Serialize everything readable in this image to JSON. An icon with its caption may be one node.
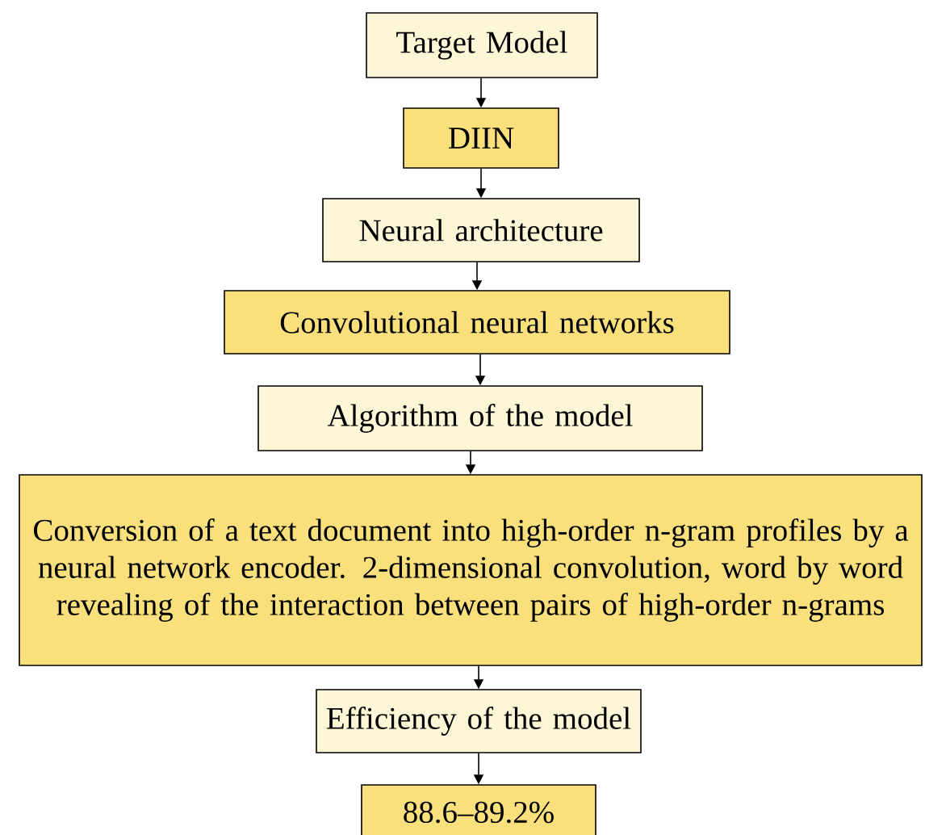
{
  "diagram": {
    "nodes": [
      {
        "text": [
          "Target Model"
        ]
      },
      {
        "text": [
          "DIIN"
        ]
      },
      {
        "text": [
          "Neural architecture"
        ]
      },
      {
        "text": [
          "Convolutional neural networks"
        ]
      },
      {
        "text": [
          "Algorithm of the model"
        ]
      },
      {
        "text": [
          "Conversion of a text document into high-order n-gram profiles by a neural network encoder. 2-dimensional convolution, word by word revealing of the interaction between pairs of high-order n-grams"
        ]
      },
      {
        "text": [
          "Efficiency of the model"
        ]
      },
      {
        "text": [
          "88.6–89.2%"
        ]
      }
    ],
    "edges": [
      {
        "from": 0,
        "to": 1,
        "arrow": "to"
      },
      {
        "from": 1,
        "to": 2,
        "arrow": "to"
      },
      {
        "from": 2,
        "to": 3,
        "arrow": "to"
      },
      {
        "from": 3,
        "to": 4,
        "arrow": "to"
      },
      {
        "from": 4,
        "to": 5,
        "arrow": "to"
      },
      {
        "from": 5,
        "to": 6,
        "arrow": "to"
      },
      {
        "from": 6,
        "to": 7,
        "arrow": "to"
      }
    ]
  }
}
